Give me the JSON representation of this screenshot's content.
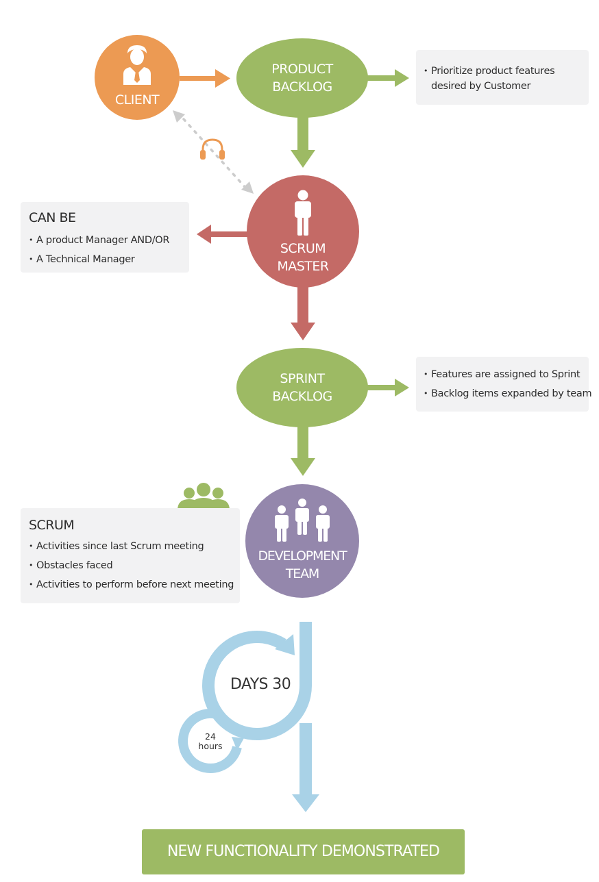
{
  "colors": {
    "client": "#ec9a53",
    "green": "#9dba64",
    "scrum_master": "#c46a66",
    "dev_team": "#9487ac",
    "loop_blue": "#a9d2e7",
    "note_bg": "#f2f2f3",
    "dotted_line": "#cccccc"
  },
  "icons": {
    "client": "businessman-icon",
    "headset": "headset-icon",
    "scrum_master": "person-icon",
    "dev_team": "team-of-three-icon",
    "scrum_group": "group-icon"
  },
  "nodes": {
    "client": {
      "line1": "CLIENT"
    },
    "product_backlog": {
      "line1": "PRODUCT",
      "line2": "BACKLOG"
    },
    "scrum_master": {
      "line1": "SCRUM",
      "line2": "MASTER"
    },
    "sprint_backlog": {
      "line1": "SPRINT",
      "line2": "BACKLOG"
    },
    "dev_team": {
      "line1": "DEVELOPMENT",
      "line2": "TEAM"
    }
  },
  "notes": {
    "product_backlog": {
      "items": [
        "Prioritize product features",
        "desired by Customer"
      ]
    },
    "can_be": {
      "title": "CAN BE",
      "items": [
        "A product Manager AND/OR",
        "A Technical Manager"
      ]
    },
    "sprint_backlog": {
      "items": [
        "Features are assigned to Sprint",
        "Backlog items expanded by team"
      ]
    },
    "scrum": {
      "title": "SCRUM",
      "items": [
        "Activities since last Scrum meeting",
        "Obstacles faced",
        "Activities to perform before next meeting"
      ]
    }
  },
  "cycle": {
    "days_label": "DAYS 30",
    "hours_number": "24",
    "hours_unit": "hours"
  },
  "banner": {
    "label": "NEW FUNCTIONALITY DEMONSTRATED"
  }
}
